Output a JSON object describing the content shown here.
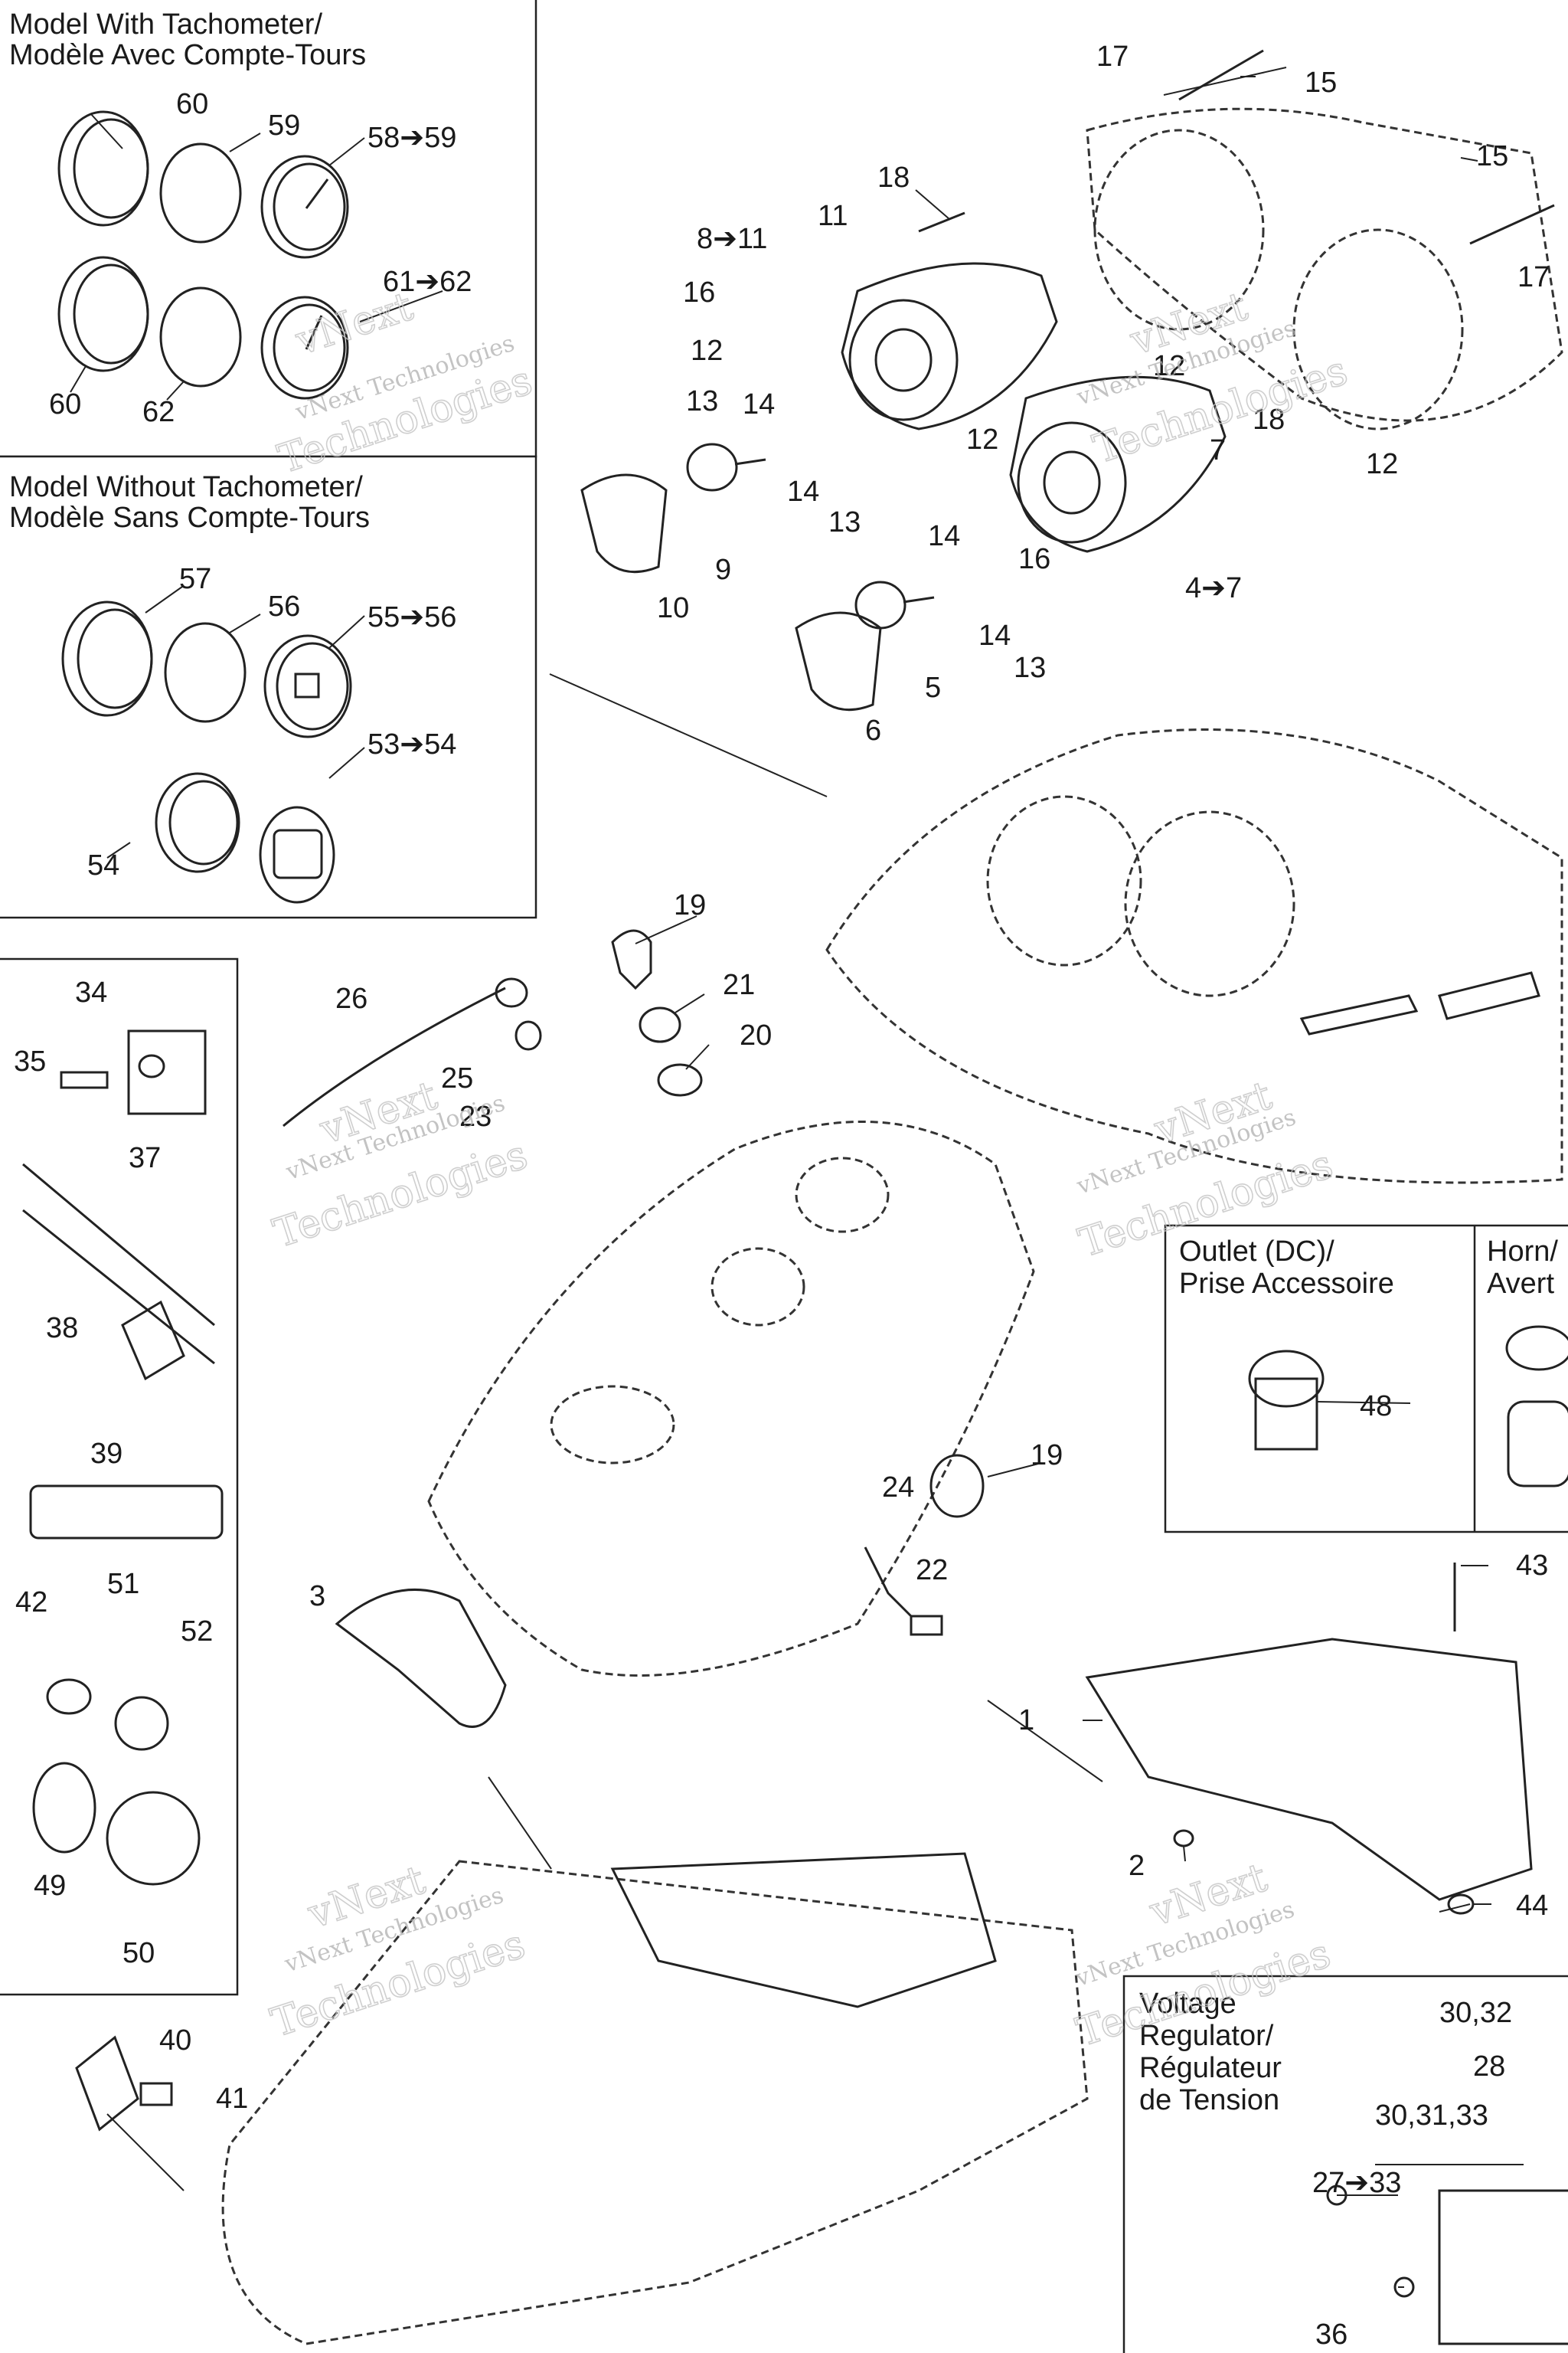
{
  "panels": {
    "tach": {
      "title_line1": "Model With Tachometer/",
      "title_line2": "Modèle Avec Compte-Tours"
    },
    "notach": {
      "title_line1": "Model Without Tachometer/",
      "title_line2": "Modèle Sans Compte-Tours"
    },
    "outlet": {
      "title_line1": "Outlet (DC)/",
      "title_line2": "Prise Accessoire"
    },
    "horn": {
      "title_line1": "Horn/",
      "title_line2": "Avert"
    },
    "regulator": {
      "title_line1": "Voltage",
      "title_line2": "Regulator/",
      "title_line3": "Régulateur",
      "title_line4": "de Tension"
    }
  },
  "callouts": {
    "c60a": "60",
    "c59": "59",
    "c58_59": "58➔59",
    "c61_62": "61➔62",
    "c60b": "60",
    "c62": "62",
    "c57": "57",
    "c56": "56",
    "c55_56": "55➔56",
    "c53_54": "53➔54",
    "c54": "54",
    "c17a": "17",
    "c15a": "15",
    "c15b": "15",
    "c17b": "17",
    "c18a": "18",
    "c11": "11",
    "c8_11": "8➔11",
    "c16a": "16",
    "c12a": "12",
    "c13a": "13",
    "c14a": "14",
    "c12b": "12",
    "c18b": "18",
    "c7": "7",
    "c12c": "12",
    "c12d": "12",
    "c14b": "14",
    "c13b": "13",
    "c14c": "14",
    "c16b": "16",
    "c9": "9",
    "c10": "10",
    "c4_7": "4➔7",
    "c14d": "14",
    "c13c": "13",
    "c5": "5",
    "c6": "6",
    "c34": "34",
    "c35": "35",
    "c37": "37",
    "c38": "38",
    "c39": "39",
    "c42": "42",
    "c51": "51",
    "c52": "52",
    "c49": "49",
    "c50": "50",
    "c19a": "19",
    "c21": "21",
    "c20": "20",
    "c26": "26",
    "c25": "25",
    "c23": "23",
    "c24": "24",
    "c19b": "19",
    "c22": "22",
    "c3": "3",
    "c48": "48",
    "c43": "43",
    "c1": "1",
    "c2": "2",
    "c44": "44",
    "c40": "40",
    "c41": "41",
    "c30_32": "30,32",
    "c28": "28",
    "c30_31_33": "30,31,33",
    "c27_33": "27➔33",
    "c36": "36"
  },
  "watermarks": {
    "line1": "vNext",
    "line2": "vNext Technologies",
    "line3": "Technologies"
  }
}
